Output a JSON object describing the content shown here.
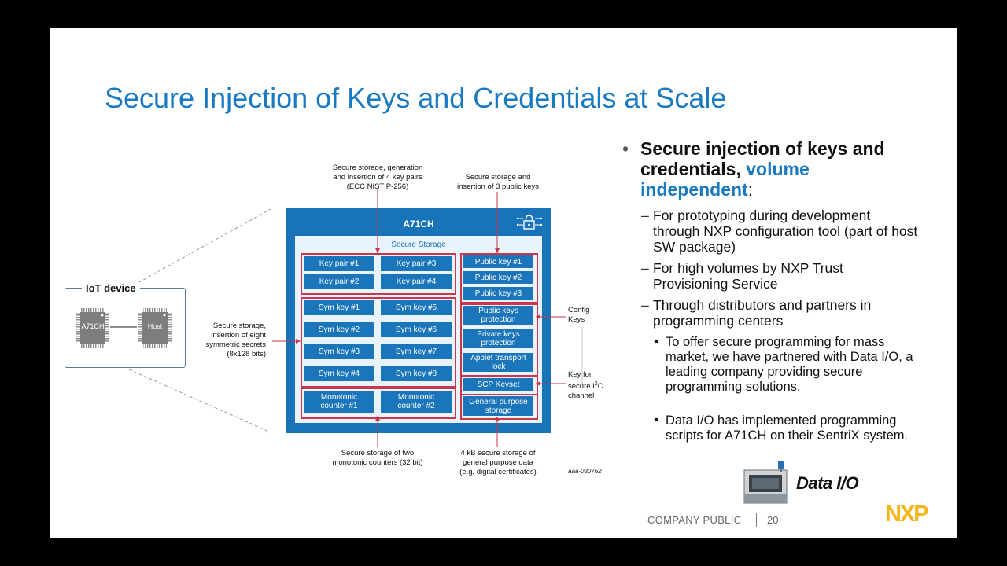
{
  "slide": {
    "title": "Secure Injection of Keys and Credentials at Scale",
    "footer_label": "COMPANY PUBLIC",
    "page_number": "20",
    "logo_text": "NXP",
    "data_io_logo": "Data I/O"
  },
  "diagram": {
    "chip_name": "A71CH",
    "storage_label": "Secure Storage",
    "iot_device_label": "IoT device",
    "iot_chip_left": "A71CH",
    "iot_chip_right": "Host",
    "key_pairs": [
      "Key pair #1",
      "Key pair #3",
      "Key pair #2",
      "Key pair #4"
    ],
    "sym_keys": [
      "Sym key #1",
      "Sym key #5",
      "Sym key #2",
      "Sym key #6",
      "Sym key #3",
      "Sym key #7",
      "Sym key #4",
      "Sym key #8"
    ],
    "counters": [
      "Monotonic\ncounter #1",
      "Monotonic\ncounter #2"
    ],
    "public_keys": [
      "Public key #1",
      "Public key #2",
      "Public key #3"
    ],
    "config": [
      "Public keys\nprotection",
      "Private keys\nprotection",
      "Applet transport\nlock"
    ],
    "scp": "SCP Keyset",
    "gp_storage": "General purpose\nstorage",
    "caption_top_left": "Secure storage, generation\nand insertion of 4 key pairs\n(ECC NIST P-256)",
    "caption_top_right": "Secure storage and\ninsertion of 3 public keys",
    "caption_left": "Secure storage,\ninsertion of eight\nsymmetric secrets\n(8x128 bits)",
    "caption_config": "Config\nKeys",
    "caption_key_for": "Key for\nsecure I",
    "caption_key_sup": "2",
    "caption_key_tail": "C\nchannel",
    "caption_bottom_left": "Secure storage of two\nmonotonic counters (32 bit)",
    "caption_bottom_right": "4 kB secure storage of\ngeneral purpose data\n(e.g. digital certificates)",
    "figure_id": "aaa-030762"
  },
  "bullets": {
    "main_text": "Secure injection of keys and credentials, ",
    "main_highlight": "volume independent",
    "main_colon": ":",
    "sub1": "For prototyping during development through NXP configuration tool (part of host SW package)",
    "sub2": "For high volumes by NXP Trust Provisioning Service",
    "sub3": "Through distributors and partners in programming centers",
    "subsub1": "To offer secure programming for mass market, we have partnered with Data I/O, a leading company providing secure programming solutions.",
    "subsub2": "Data I/O has implemented programming scripts for A71CH on their SentriX system."
  },
  "colors": {
    "title_blue": "#1a7ac1",
    "box_blue": "#1873b8",
    "highlight_red": "#c9364b",
    "storage_bg": "#e9f3fb"
  }
}
